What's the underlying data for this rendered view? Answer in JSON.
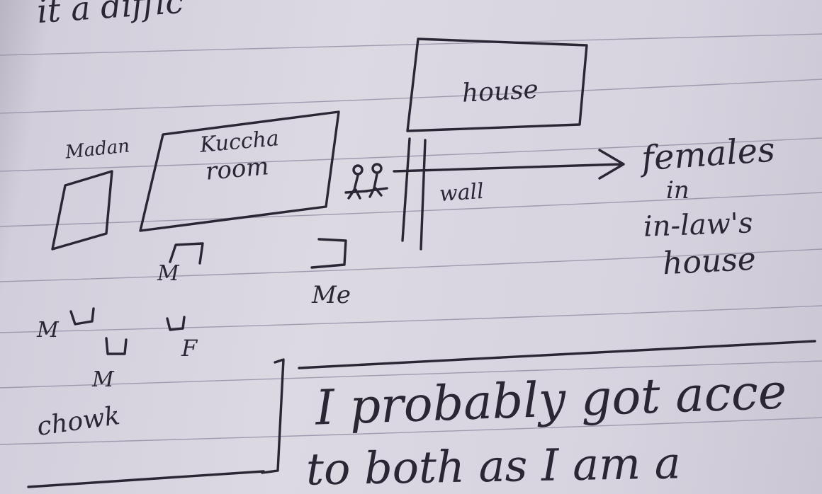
{
  "image": {
    "description_type": "photo of a handwritten notebook page with a sketched site diagram",
    "colors": {
      "paper": "#d7d3df",
      "ink": "#2a2633",
      "ruling": "#9f9aae"
    }
  },
  "text": {
    "top_line": "it a diffic",
    "madan": "Madan",
    "kuccha": "Kuccha",
    "room": "room",
    "house": "house",
    "wall": "wall",
    "females_1": "females",
    "females_2": "in",
    "females_3": "in-law's",
    "females_4": "house",
    "m1": "M",
    "me": "Me",
    "m2": "M",
    "f": "F",
    "m3": "M",
    "chowk": "chowk",
    "line1": "I probably got acce",
    "line2": "to both as I am a"
  },
  "icons": [
    "two-figures-icon",
    "arrow-right-icon",
    "bracket-icon"
  ]
}
